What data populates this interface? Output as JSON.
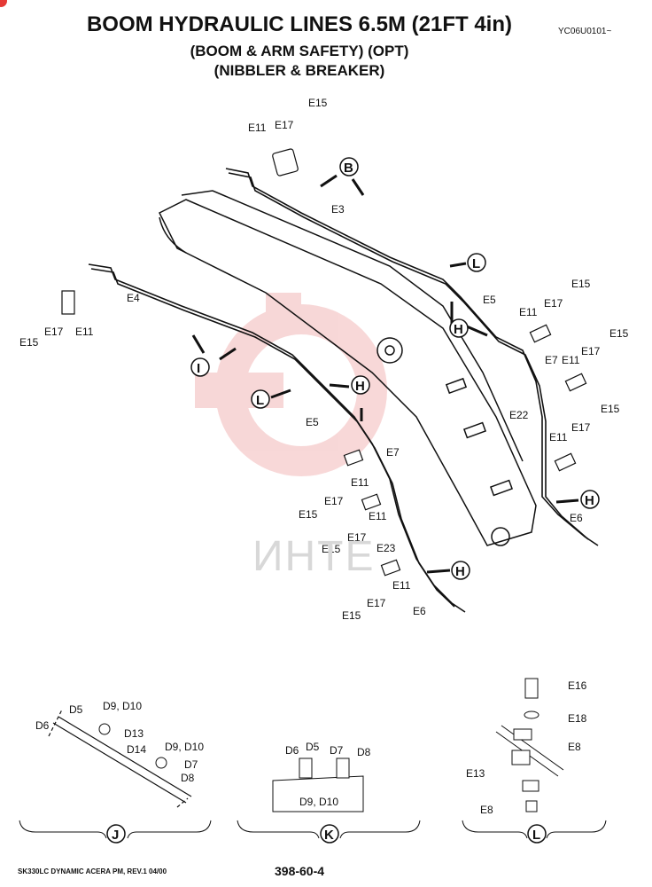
{
  "title": {
    "main": "BOOM HYDRAULIC LINES 6.5M (21FT 4in)",
    "sub1": "(BOOM & ARM SAFETY) (OPT)",
    "sub2": "(NIBBLER & BREAKER)",
    "code": "YC06U0101~"
  },
  "footer": {
    "left": "SK330LC DYNAMIC ACERA PM, REV.1 04/00",
    "page": "398-60-4"
  },
  "watermark": "ИНТЕ",
  "callouts": {
    "B": "B",
    "L": "L",
    "H": "H",
    "I": "I",
    "J": "J",
    "K": "K"
  },
  "parts": {
    "E3": "E3",
    "E4": "E4",
    "E5": "E5",
    "E6": "E6",
    "E7": "E7",
    "E8": "E8",
    "E11": "E11",
    "E13": "E13",
    "E15": "E15",
    "E16": "E16",
    "E17": "E17",
    "E18": "E18",
    "E22": "E22",
    "E23": "E23",
    "D5": "D5",
    "D6": "D6",
    "D7": "D7",
    "D8": "D8",
    "D9D10": "D9, D10",
    "D13": "D13",
    "D14": "D14"
  },
  "colors": {
    "watermark_red": "#f2b8b8",
    "ink": "#111111"
  }
}
